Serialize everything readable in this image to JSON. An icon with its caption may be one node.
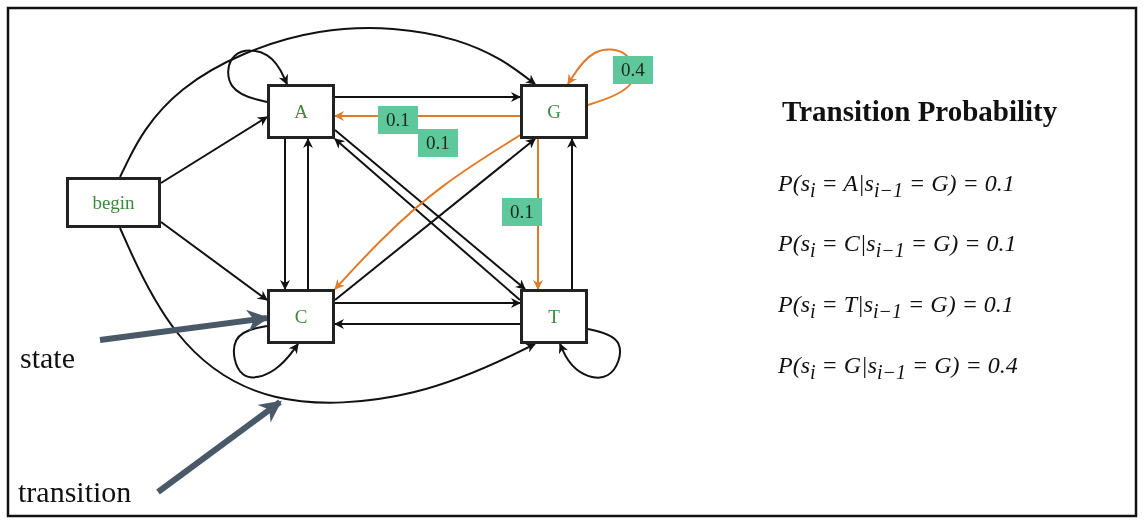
{
  "diagram": {
    "nodes": [
      {
        "text": [
          "begin"
        ]
      },
      {
        "text": [
          "A"
        ]
      },
      {
        "text": [
          "G"
        ]
      },
      {
        "text": [
          "C"
        ]
      },
      {
        "text": [
          "T"
        ]
      },
      {
        "text": [
          "state"
        ]
      },
      {
        "text": [
          "transition"
        ]
      }
    ],
    "edges": [
      {
        "from": 0,
        "to": 1,
        "arrow": "to"
      },
      {
        "from": 0,
        "to": 3,
        "arrow": "to"
      },
      {
        "from": 0,
        "to": 2,
        "arrow": "to"
      },
      {
        "from": 0,
        "to": 4,
        "arrow": "to"
      },
      {
        "from": 1,
        "to": 1,
        "arrow": "to"
      },
      {
        "from": 1,
        "to": 2,
        "arrow": "to"
      },
      {
        "from": 2,
        "to": 1,
        "arrow": "to",
        "label": "0.1",
        "color": "#e07b2a"
      },
      {
        "from": 1,
        "to": 3,
        "arrow": "to"
      },
      {
        "from": 3,
        "to": 1,
        "arrow": "to"
      },
      {
        "from": 1,
        "to": 4,
        "arrow": "to"
      },
      {
        "from": 4,
        "to": 1,
        "arrow": "to"
      },
      {
        "from": 3,
        "to": 2,
        "arrow": "to"
      },
      {
        "from": 2,
        "to": 3,
        "arrow": "to",
        "label": "0.1",
        "color": "#e07b2a"
      },
      {
        "from": 2,
        "to": 4,
        "arrow": "to",
        "label": "0.1",
        "color": "#e07b2a"
      },
      {
        "from": 4,
        "to": 2,
        "arrow": "to"
      },
      {
        "from": 3,
        "to": 4,
        "arrow": "to"
      },
      {
        "from": 4,
        "to": 3,
        "arrow": "to"
      },
      {
        "from": 3,
        "to": 3,
        "arrow": "to"
      },
      {
        "from": 4,
        "to": 4,
        "arrow": "to"
      },
      {
        "from": 2,
        "to": 2,
        "arrow": "to",
        "label": "0.4",
        "color": "#e07b2a"
      },
      {
        "from": 5,
        "to": 3,
        "arrow": "to",
        "style": "thick",
        "color": "#4a5968"
      },
      {
        "from": 6,
        "to": null,
        "arrow": "to",
        "style": "thick",
        "color": "#4a5968"
      }
    ],
    "labels": [
      "Transition Probability",
      "P(s$_{i}$ = A|s$_{i−1}$ = G) = 0.1",
      "P(s$_{i}$ = C|s$_{i−1}$ = G) = 0.1",
      "P(s$_{i}$ = T|s$_{i−1}$ = G) = 0.1",
      "P(s$_{i}$ = G|s$_{i−1}$ = G) = 0.4"
    ]
  }
}
